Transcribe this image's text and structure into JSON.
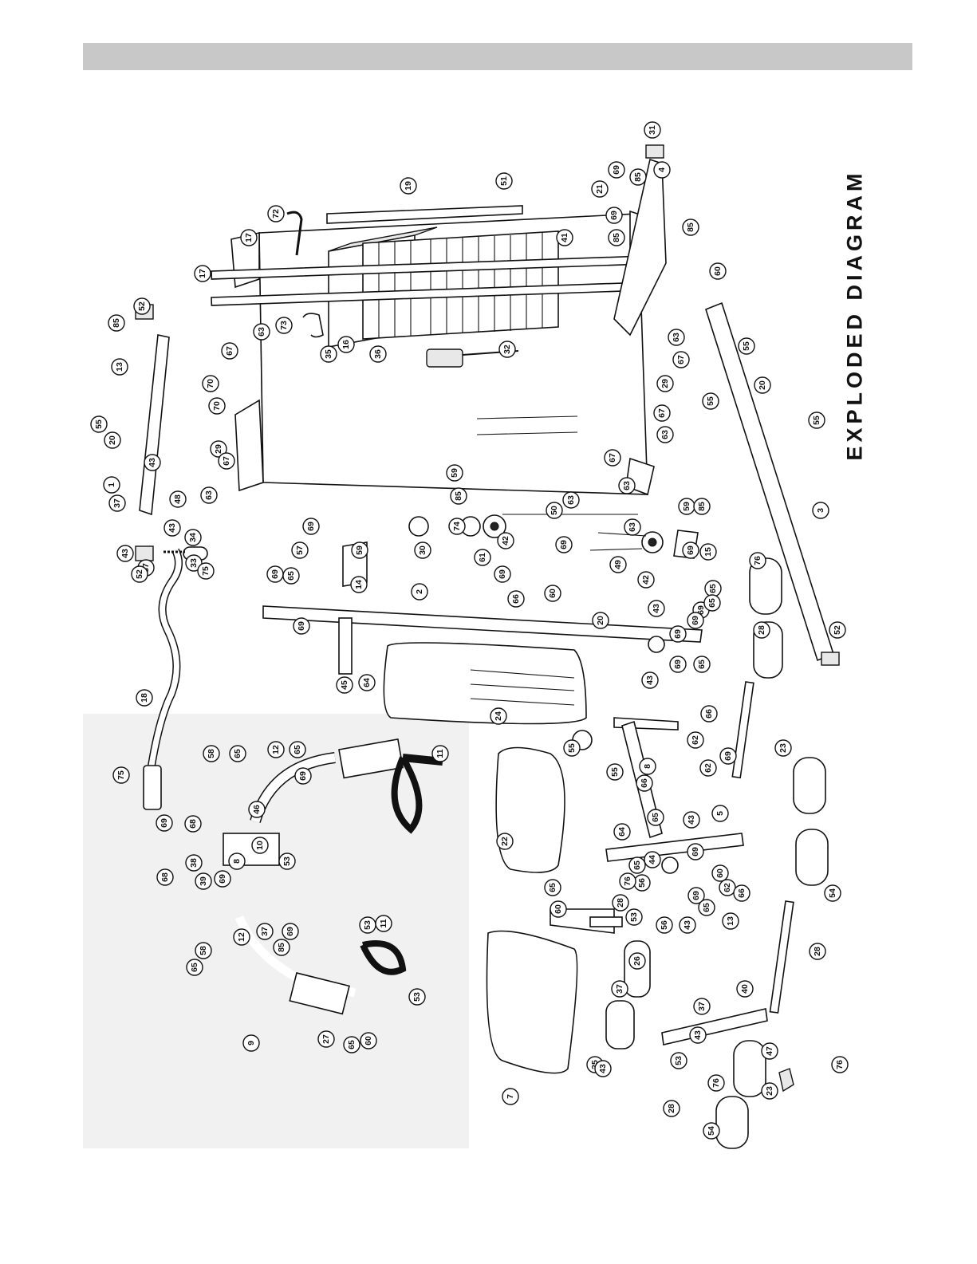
{
  "title": "EXPLODED DIAGRAM",
  "colors": {
    "header_bar": "#c8c8c8",
    "ink": "#111111"
  },
  "callouts": [
    {
      "label": "31"
    },
    {
      "label": "69"
    },
    {
      "label": "85"
    },
    {
      "label": "21"
    },
    {
      "label": "4"
    },
    {
      "label": "69"
    },
    {
      "label": "85"
    },
    {
      "label": "19"
    },
    {
      "label": "51"
    },
    {
      "label": "72"
    },
    {
      "label": "17"
    },
    {
      "label": "17"
    },
    {
      "label": "41"
    },
    {
      "label": "85"
    },
    {
      "label": "60"
    },
    {
      "label": "73"
    },
    {
      "label": "35"
    },
    {
      "label": "36"
    },
    {
      "label": "32"
    },
    {
      "label": "16"
    },
    {
      "label": "63"
    },
    {
      "label": "67"
    },
    {
      "label": "70"
    },
    {
      "label": "63"
    },
    {
      "label": "67"
    },
    {
      "label": "29"
    },
    {
      "label": "67"
    },
    {
      "label": "63"
    },
    {
      "label": "29"
    },
    {
      "label": "67"
    },
    {
      "label": "63"
    },
    {
      "label": "70"
    },
    {
      "label": "63"
    },
    {
      "label": "67"
    },
    {
      "label": "63"
    },
    {
      "label": "85"
    },
    {
      "label": "13"
    },
    {
      "label": "52"
    },
    {
      "label": "55"
    },
    {
      "label": "20"
    },
    {
      "label": "1"
    },
    {
      "label": "37"
    },
    {
      "label": "43"
    },
    {
      "label": "37"
    },
    {
      "label": "43"
    },
    {
      "label": "48"
    },
    {
      "label": "34"
    },
    {
      "label": "43"
    },
    {
      "label": "52"
    },
    {
      "label": "33"
    },
    {
      "label": "75"
    },
    {
      "label": "55"
    },
    {
      "label": "55"
    },
    {
      "label": "20"
    },
    {
      "label": "55"
    },
    {
      "label": "3"
    },
    {
      "label": "52"
    },
    {
      "label": "59"
    },
    {
      "label": "85"
    },
    {
      "label": "74"
    },
    {
      "label": "30"
    },
    {
      "label": "42"
    },
    {
      "label": "50"
    },
    {
      "label": "69"
    },
    {
      "label": "59"
    },
    {
      "label": "69"
    },
    {
      "label": "14"
    },
    {
      "label": "69"
    },
    {
      "label": "57"
    },
    {
      "label": "65"
    },
    {
      "label": "61"
    },
    {
      "label": "69"
    },
    {
      "label": "66"
    },
    {
      "label": "60"
    },
    {
      "label": "2"
    },
    {
      "label": "69"
    },
    {
      "label": "45"
    },
    {
      "label": "64"
    },
    {
      "label": "63"
    },
    {
      "label": "59"
    },
    {
      "label": "85"
    },
    {
      "label": "69"
    },
    {
      "label": "49"
    },
    {
      "label": "42"
    },
    {
      "label": "15"
    },
    {
      "label": "65"
    },
    {
      "label": "69"
    },
    {
      "label": "65"
    },
    {
      "label": "69"
    },
    {
      "label": "20"
    },
    {
      "label": "43"
    },
    {
      "label": "69"
    },
    {
      "label": "43"
    },
    {
      "label": "69"
    },
    {
      "label": "65"
    },
    {
      "label": "76"
    },
    {
      "label": "28"
    },
    {
      "label": "24"
    },
    {
      "label": "18"
    },
    {
      "label": "75"
    },
    {
      "label": "58"
    },
    {
      "label": "65"
    },
    {
      "label": "12"
    },
    {
      "label": "65"
    },
    {
      "label": "69"
    },
    {
      "label": "46"
    },
    {
      "label": "69"
    },
    {
      "label": "68"
    },
    {
      "label": "38"
    },
    {
      "label": "8"
    },
    {
      "label": "68"
    },
    {
      "label": "69"
    },
    {
      "label": "39"
    },
    {
      "label": "53"
    },
    {
      "label": "10"
    },
    {
      "label": "11"
    },
    {
      "label": "53"
    },
    {
      "label": "37"
    },
    {
      "label": "85"
    },
    {
      "label": "69"
    },
    {
      "label": "12"
    },
    {
      "label": "58"
    },
    {
      "label": "65"
    },
    {
      "label": "9"
    },
    {
      "label": "27"
    },
    {
      "label": "65"
    },
    {
      "label": "60"
    },
    {
      "label": "11"
    },
    {
      "label": "53"
    },
    {
      "label": "25"
    },
    {
      "label": "22"
    },
    {
      "label": "55"
    },
    {
      "label": "55"
    },
    {
      "label": "8"
    },
    {
      "label": "66"
    },
    {
      "label": "62"
    },
    {
      "label": "66"
    },
    {
      "label": "62"
    },
    {
      "label": "69"
    },
    {
      "label": "65"
    },
    {
      "label": "43"
    },
    {
      "label": "69"
    },
    {
      "label": "5"
    },
    {
      "label": "60"
    },
    {
      "label": "65"
    },
    {
      "label": "64"
    },
    {
      "label": "56"
    },
    {
      "label": "44"
    },
    {
      "label": "56"
    },
    {
      "label": "43"
    },
    {
      "label": "69"
    },
    {
      "label": "65"
    },
    {
      "label": "62"
    },
    {
      "label": "66"
    },
    {
      "label": "13"
    },
    {
      "label": "60"
    },
    {
      "label": "65"
    },
    {
      "label": "28"
    },
    {
      "label": "76"
    },
    {
      "label": "53"
    },
    {
      "label": "26"
    },
    {
      "label": "37"
    },
    {
      "label": "43"
    },
    {
      "label": "7"
    },
    {
      "label": "37"
    },
    {
      "label": "40"
    },
    {
      "label": "43"
    },
    {
      "label": "53"
    },
    {
      "label": "28"
    },
    {
      "label": "76"
    },
    {
      "label": "47"
    },
    {
      "label": "23"
    },
    {
      "label": "54"
    },
    {
      "label": "76"
    },
    {
      "label": "28"
    },
    {
      "label": "54"
    },
    {
      "label": "23"
    }
  ]
}
